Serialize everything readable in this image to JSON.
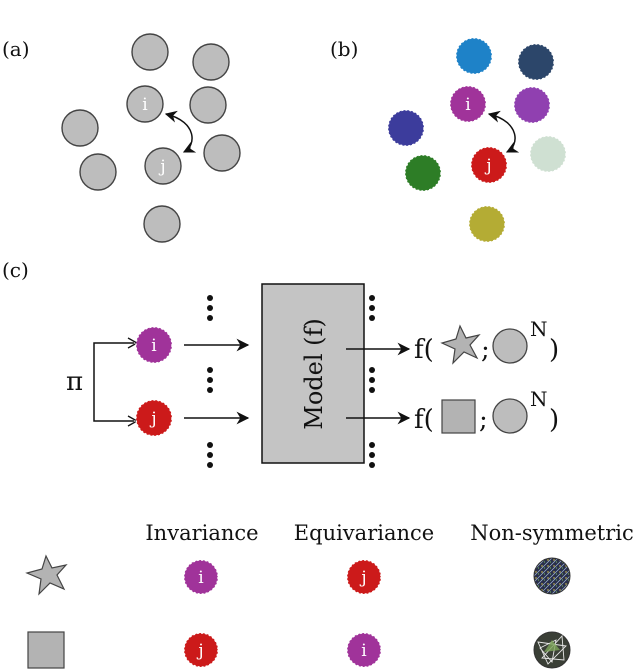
{
  "panels": {
    "a": {
      "label": "(a)",
      "node_i": "i",
      "node_j": "j"
    },
    "b": {
      "label": "(b)",
      "node_i": "i",
      "node_j": "j"
    },
    "c": {
      "label": "(c)",
      "pi": "π",
      "node_i": "i",
      "node_j": "j",
      "model": "Model (f)",
      "out1_prefix": "f(",
      "out2_prefix": "f(",
      "semicolon": ";",
      "superscript": "N",
      "close": ")"
    }
  },
  "table": {
    "headers": [
      "Invariance",
      "Equivariance",
      "Non-symmetric"
    ],
    "rows": [
      {
        "symbol": "star-icon",
        "invariance": "i",
        "equivariance": "j"
      },
      {
        "symbol": "square-icon",
        "invariance": "j",
        "equivariance": "i"
      }
    ]
  },
  "colors": {
    "gray_node": "#bdbdbd",
    "magenta_i": "#a0339a",
    "red_j": "#cc1a1a",
    "model_box": "#c4c4c4",
    "b_blue": "#1e82c8",
    "b_navy": "#2c466a",
    "b_purple": "#9040b0",
    "b_indigo": "#3c3c9c",
    "b_green": "#2d7d26",
    "b_mint": "#cfe0d2",
    "b_olive": "#b4ac34"
  }
}
